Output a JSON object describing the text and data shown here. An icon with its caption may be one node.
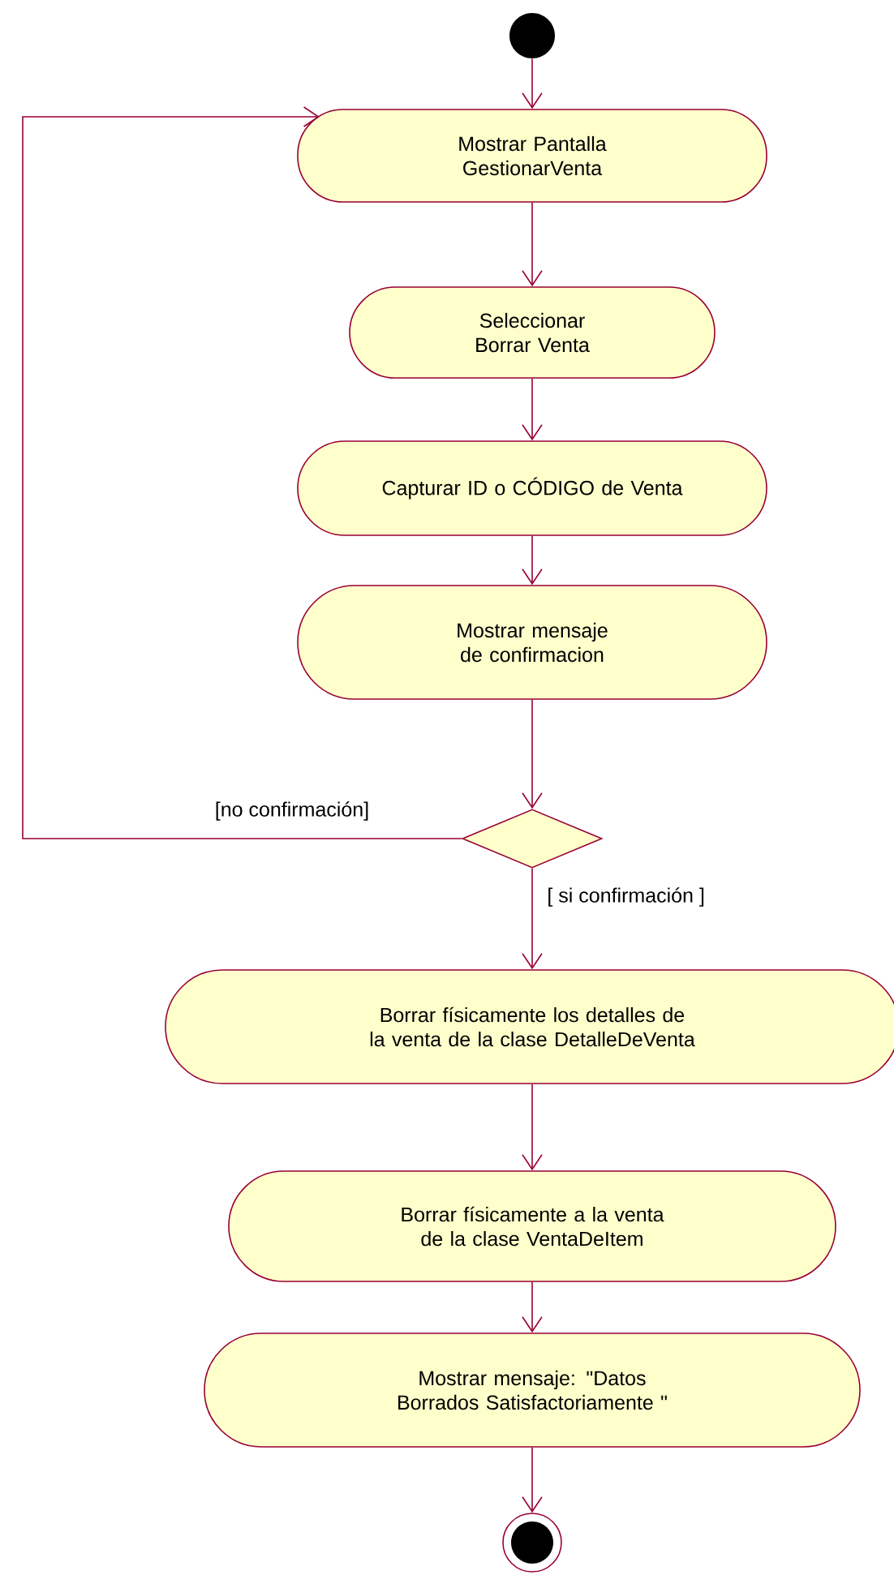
{
  "diagram": {
    "nodes": [
      {
        "text": [],
        "shape": "circle"
      },
      {
        "text": [
          "Mostrar Pantalla GestionarVenta"
        ]
      },
      {
        "text": [
          "Seleccionar Borrar Venta"
        ]
      },
      {
        "text": [
          "Capturar ID o CÓDIGO de Venta"
        ]
      },
      {
        "text": [
          "Mostrar mensaje de confirmacion"
        ]
      },
      {
        "text": [],
        "shape": "diamond"
      },
      {
        "text": [
          "Borrar físicamente los detalles de la venta de la clase DetalleDeVenta"
        ]
      },
      {
        "text": [
          "Borrar físicamente a la venta de la clase VentaDeItem"
        ]
      },
      {
        "text": [
          "Mostrar mensaje: \"Datos Borrados Satisfactoriamente \""
        ]
      },
      {
        "text": [],
        "shape": "circle"
      }
    ],
    "edges": [
      {
        "from": 0,
        "to": 1,
        "arrow": "to"
      },
      {
        "from": 1,
        "to": 2,
        "arrow": "to"
      },
      {
        "from": 2,
        "to": 3,
        "arrow": "to"
      },
      {
        "from": 3,
        "to": 4,
        "arrow": "to"
      },
      {
        "from": 4,
        "to": 5,
        "arrow": "to"
      },
      {
        "from": 5,
        "to": 1,
        "arrow": "to",
        "label": "[no confirmación]"
      },
      {
        "from": 5,
        "to": 6,
        "arrow": "to",
        "label": "[ si confirmación ]"
      },
      {
        "from": 6,
        "to": 7,
        "arrow": "to"
      },
      {
        "from": 7,
        "to": 8,
        "arrow": "to"
      },
      {
        "from": 8,
        "to": 9,
        "arrow": "to"
      }
    ]
  }
}
